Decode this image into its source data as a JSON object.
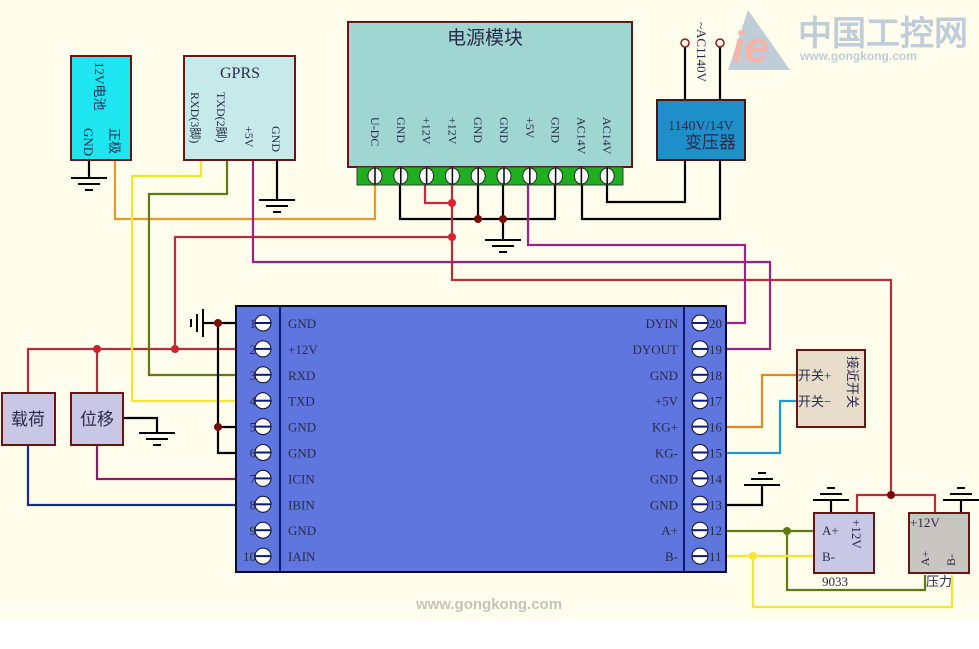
{
  "watermark": {
    "logo_text": "中国工控网",
    "logo_url_text": "www.gongkong.com",
    "footer_url_text": "www.gongkong.com"
  },
  "power_module": {
    "title": "电源模块",
    "pins": [
      "U-DC",
      "GND",
      "+12V",
      "+12V",
      "GND",
      "GND",
      "+5V",
      "GND",
      "AC14V",
      "AC14V"
    ]
  },
  "transformer": {
    "line1": "1140V/14V",
    "line2": "变压器",
    "input_label": "~AC1140V"
  },
  "battery": {
    "title": "12V电池",
    "pins": [
      "GND",
      "正极"
    ]
  },
  "gprs": {
    "title": "GPRS",
    "pins": [
      "RXD(3脚)",
      "TXD(2脚)",
      "+5V",
      "GND"
    ]
  },
  "main_board": {
    "left_pins": [
      {
        "num": "1",
        "label": "GND"
      },
      {
        "num": "2",
        "label": "+12V"
      },
      {
        "num": "3",
        "label": "RXD"
      },
      {
        "num": "4",
        "label": "TXD"
      },
      {
        "num": "5",
        "label": "GND"
      },
      {
        "num": "6",
        "label": "GND"
      },
      {
        "num": "7",
        "label": "ICIN"
      },
      {
        "num": "8",
        "label": "IBIN"
      },
      {
        "num": "9",
        "label": "GND"
      },
      {
        "num": "10",
        "label": "IAIN"
      }
    ],
    "right_pins": [
      {
        "num": "20",
        "label": "DYIN"
      },
      {
        "num": "19",
        "label": "DYOUT"
      },
      {
        "num": "18",
        "label": "GND"
      },
      {
        "num": "17",
        "label": "+5V"
      },
      {
        "num": "16",
        "label": "KG+"
      },
      {
        "num": "15",
        "label": "KG-"
      },
      {
        "num": "14",
        "label": "GND"
      },
      {
        "num": "13",
        "label": "GND"
      },
      {
        "num": "12",
        "label": "A+"
      },
      {
        "num": "11",
        "label": "B-"
      }
    ]
  },
  "load_sensor": {
    "label": "载荷"
  },
  "displacement_sensor": {
    "label": "位移"
  },
  "proximity_switch": {
    "title": "接近开关",
    "pins": [
      "开关+",
      "开关−"
    ]
  },
  "converter_9033": {
    "name": "9033",
    "pins": [
      "A+",
      "B-",
      "+12V"
    ]
  },
  "pressure_sensor": {
    "name": "压力",
    "pins": [
      "+12V",
      "A+",
      "B-"
    ]
  },
  "colors": {
    "background": "#fffdeb",
    "power_module_fill": "#9fd6d2",
    "terminal_strip": "#1fae1f",
    "transformer_fill": "#1f8fc9",
    "battery_fill": "#1ee6f0",
    "gprs_fill": "#c6eaea",
    "main_board_fill": "#5e76dd",
    "sensor_fill": "#c8c8e6",
    "switch_fill": "#e8dccb",
    "pressure_fill": "#c8c6c0",
    "box_border": "#6b1414",
    "wire_12v": "#b0303a",
    "wire_orange": "#e08a20",
    "wire_yellow": "#f2e830",
    "wire_olive": "#5f7a10",
    "wire_magenta": "#a0208a",
    "wire_blue": "#1a9ad0",
    "wire_navy": "#1a2a8a",
    "wire_black": "#000000"
  }
}
